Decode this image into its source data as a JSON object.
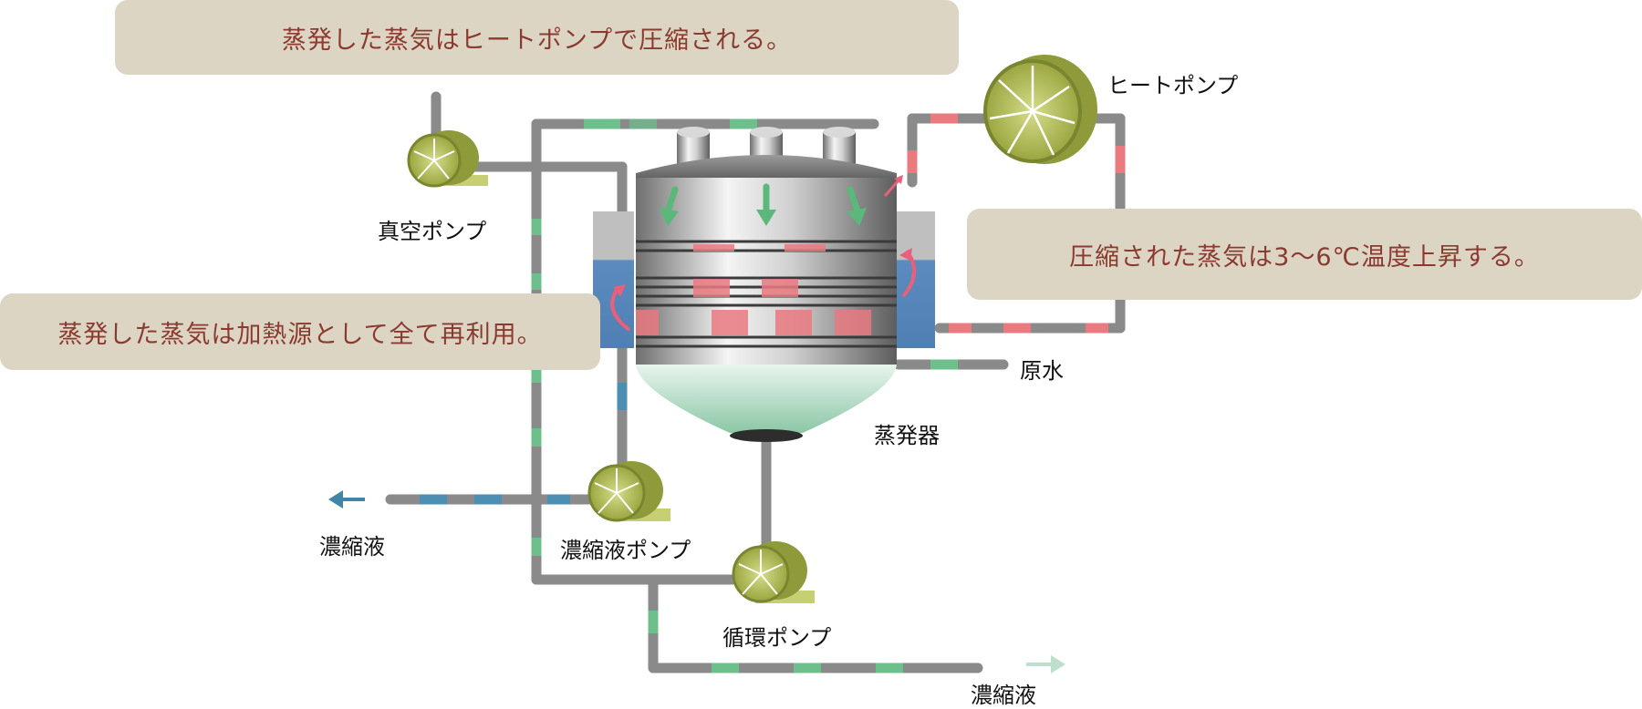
{
  "callouts": {
    "heat_pump_compress": "蒸発した蒸気はヒートポンプで圧縮される。",
    "temp_rise": "圧縮された蒸気は3～6℃温度上昇する。",
    "reuse": "蒸発した蒸気は加熱源として全て再利用。"
  },
  "labels": {
    "heat_pump": "ヒートポンプ",
    "vacuum_pump": "真空ポンプ",
    "raw_water": "原水",
    "evaporator": "蒸発器",
    "concentrate_left": "濃縮液",
    "concentrate_pump": "濃縮液ポンプ",
    "circulation_pump": "循環ポンプ",
    "concentrate_bottom": "濃縮液"
  },
  "colors": {
    "pipe": "#8a8a8a",
    "steam": "#e87a80",
    "green_flow": "#6dbf8c",
    "blue_flow": "#4d8fb3",
    "pump": "#b3bf56",
    "callout_bg": "#ddd5c4",
    "callout_text": "#8b3a2f"
  }
}
